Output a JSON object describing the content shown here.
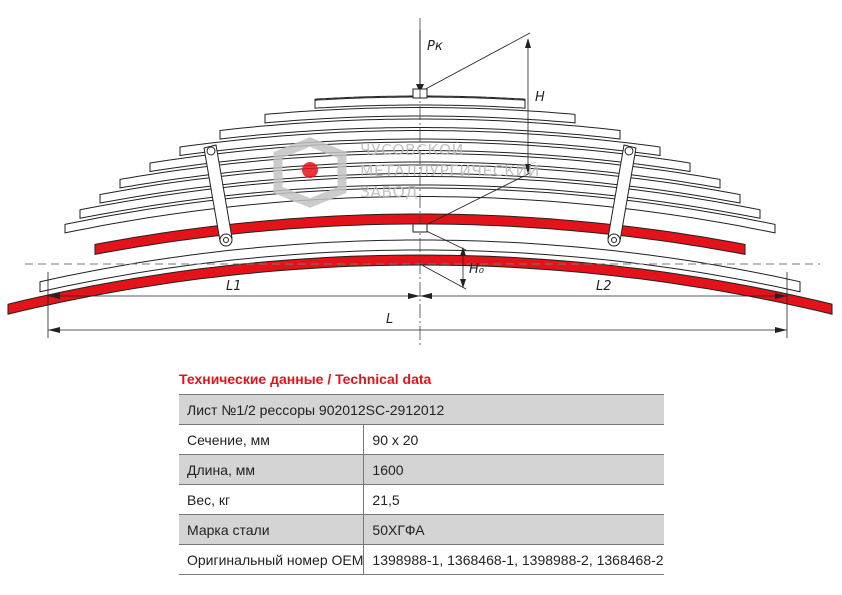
{
  "drawing": {
    "labels": {
      "force": "Pк",
      "height": "H",
      "height0": "H₀",
      "length1": "L1",
      "length2": "L2",
      "length": "L"
    },
    "watermark": {
      "line1": "ЧУСОВСКОЙ",
      "line2": "МЕТАЛЛУРГИЧЕСКИЙ",
      "line3": "ЗАВОД"
    },
    "colors": {
      "highlight": "#e4131a",
      "outline": "#222222",
      "watermark": "#b9b9b9"
    }
  },
  "spec": {
    "title": "Технические данные / Technical data",
    "header": "Лист №1/2 рессоры 902012SC-2912012",
    "rows": [
      {
        "label": "Сечение, мм",
        "value": "90 х 20"
      },
      {
        "label": "Длина, мм",
        "value": "1600"
      },
      {
        "label": "Вес, кг",
        "value": "21,5"
      },
      {
        "label": "Марка стали",
        "value": "50ХГФА"
      },
      {
        "label": "Оригинальный номер OEM",
        "value": "1398988-1, 1368468-1, 1398988-2, 1368468-2"
      }
    ]
  }
}
